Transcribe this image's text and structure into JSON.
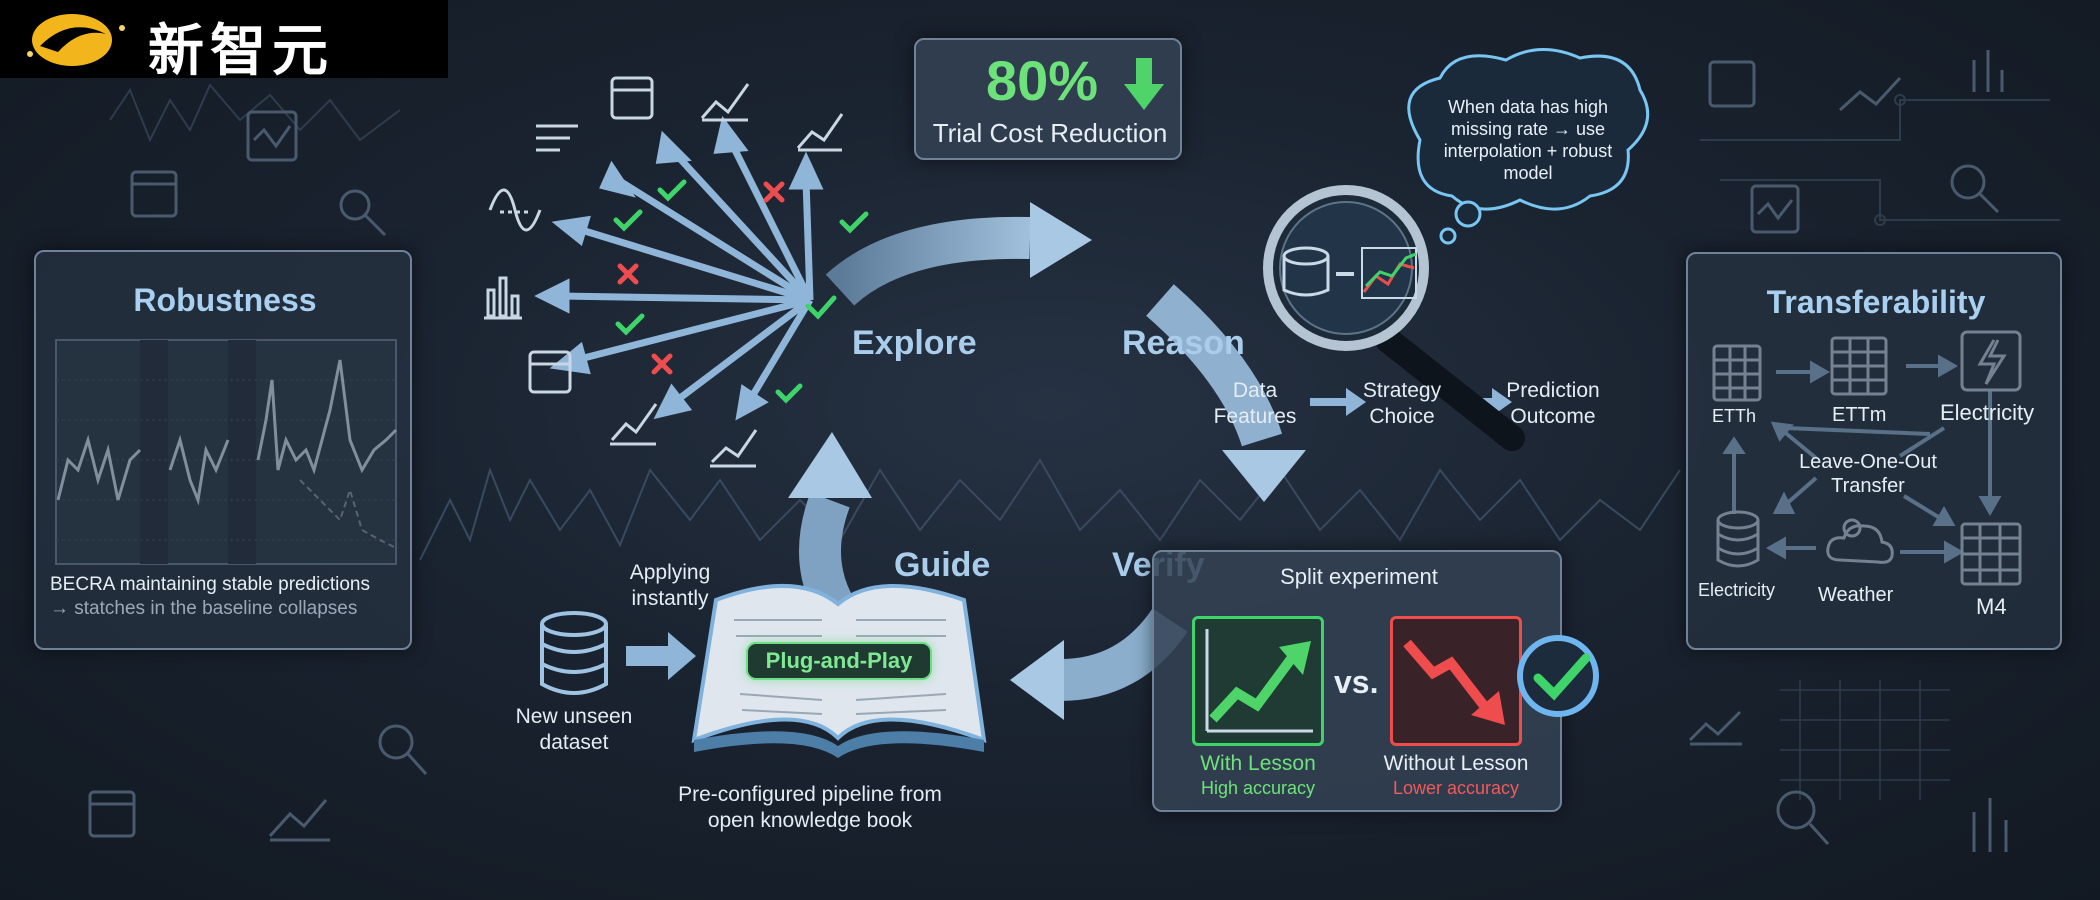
{
  "logo": {
    "text": "新智元"
  },
  "cost": {
    "value": "80%",
    "label": "Trial Cost Reduction"
  },
  "thought": {
    "text": "When data has high missing rate → use interpolation + robust model"
  },
  "stages": {
    "explore": "Explore",
    "reason": "Reason",
    "guide": "Guide",
    "verify": "Verify"
  },
  "reason_flow": {
    "step1": "Data Features",
    "step2": "Strategy Choice",
    "step3": "Prediction Outcome"
  },
  "robustness": {
    "title": "Robustness",
    "caption_line1": "BECRA maintaining stable predictions",
    "caption_line2": "→ statches in the baseline collapses"
  },
  "transferability": {
    "title": "Transferability",
    "nodes": {
      "etth": "ETTh",
      "ettm": "ETTm",
      "electricity_top": "Electricity",
      "electricity_bottom": "Electricity",
      "weather": "Weather",
      "m4": "M4"
    },
    "center_line1": "Leave-One-Out",
    "center_line2": "Transfer"
  },
  "guide": {
    "applying": "Applying instantly",
    "new_dataset": "New unseen dataset",
    "book_badge": "Plug-and-Play",
    "book_caption_line1": "Pre-configured pipeline from",
    "book_caption_line2": "open knowledge book"
  },
  "verify": {
    "title": "Split experiment",
    "vs": "vs.",
    "with_label": "With Lesson",
    "with_sub": "High accuracy",
    "without_label": "Without Lesson",
    "without_sub": "Lower accuracy"
  },
  "colors": {
    "green": "#3fd46a",
    "red": "#ef4d4d",
    "arrow": "#8fb6d8",
    "panel": "#344254",
    "accent_blue": "#a9cdea"
  }
}
